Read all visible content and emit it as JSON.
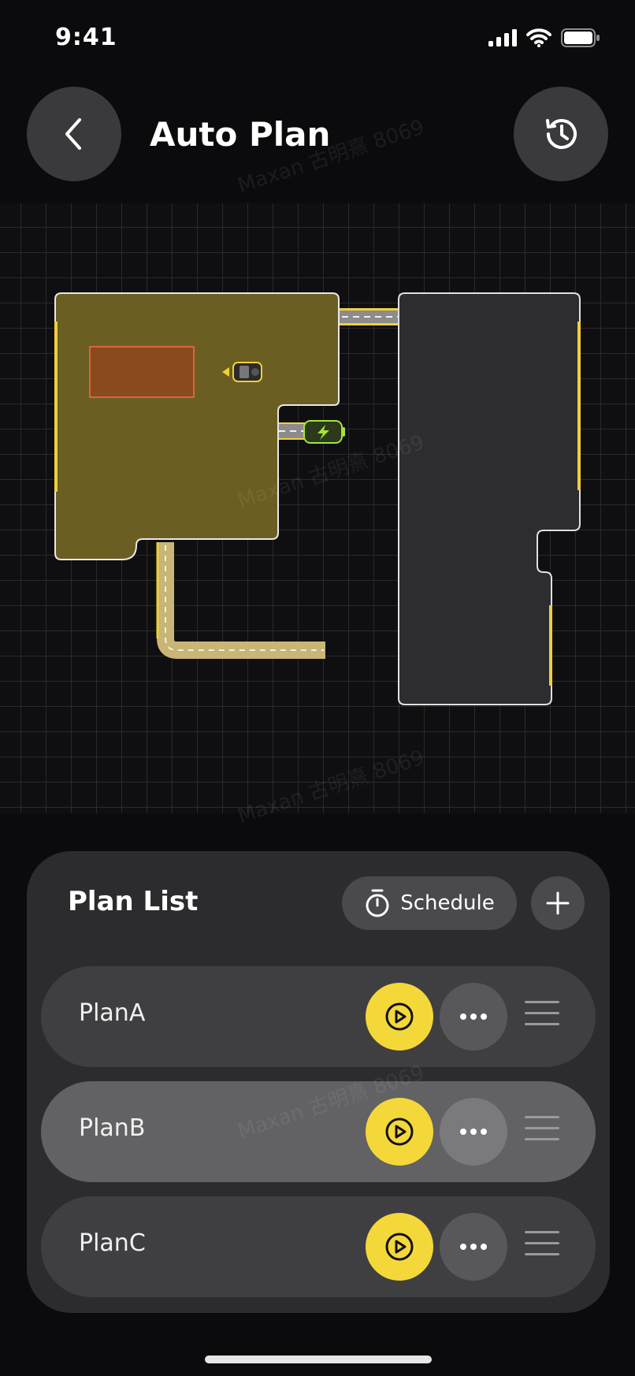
{
  "status_bar": {
    "time": "9:41",
    "icons": [
      "signal-icon",
      "wifi-icon",
      "battery-icon"
    ]
  },
  "header": {
    "title": "Auto Plan",
    "back_icon": "chevron-left-icon",
    "history_icon": "history-icon"
  },
  "map": {
    "colors": {
      "zone_fill": "#6b5e22",
      "zone_border": "#e8e8e8",
      "building_fill": "#2d2d30",
      "accent_yellow": "#f0d03a",
      "obstacle": "#8a4a1e",
      "path_gray": "#8c8c8c",
      "path_tan": "#c9b576",
      "charger": "#a6e23a"
    },
    "icons": [
      "mower-icon",
      "charging-station-icon"
    ]
  },
  "plan_list": {
    "title": "Plan List",
    "schedule_label": "Schedule",
    "schedule_icon": "stopwatch-icon",
    "add_icon": "plus-icon",
    "plans": [
      {
        "name": "PlanA",
        "selected": false
      },
      {
        "name": "PlanB",
        "selected": true
      },
      {
        "name": "PlanC",
        "selected": false
      }
    ],
    "colors": {
      "play_button": "#f4d83a"
    }
  },
  "watermark": "Maxan 古明熹 8069"
}
